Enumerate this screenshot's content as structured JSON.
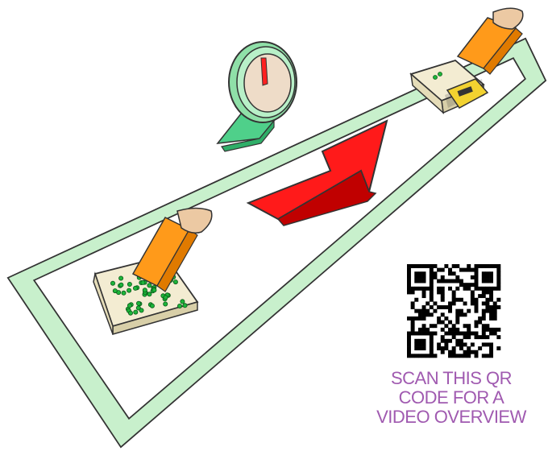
{
  "qr_caption": {
    "line1": "SCAN THIS QR",
    "line2": "CODE FOR A",
    "line3": "VIDEO OVERVIEW"
  },
  "colors": {
    "mat_outline": "#c8f0cc",
    "arrow": "#ff2020",
    "timer": "#8fe0a8",
    "caption": "#a05ab0",
    "sample_bag": "#ff9a1a",
    "seeds": "#1db53a"
  },
  "icons": {
    "timer": "stopwatch-icon",
    "arrow": "right-arrow-icon",
    "scale": "weighing-scale-icon",
    "qr": "qr-code-icon"
  }
}
